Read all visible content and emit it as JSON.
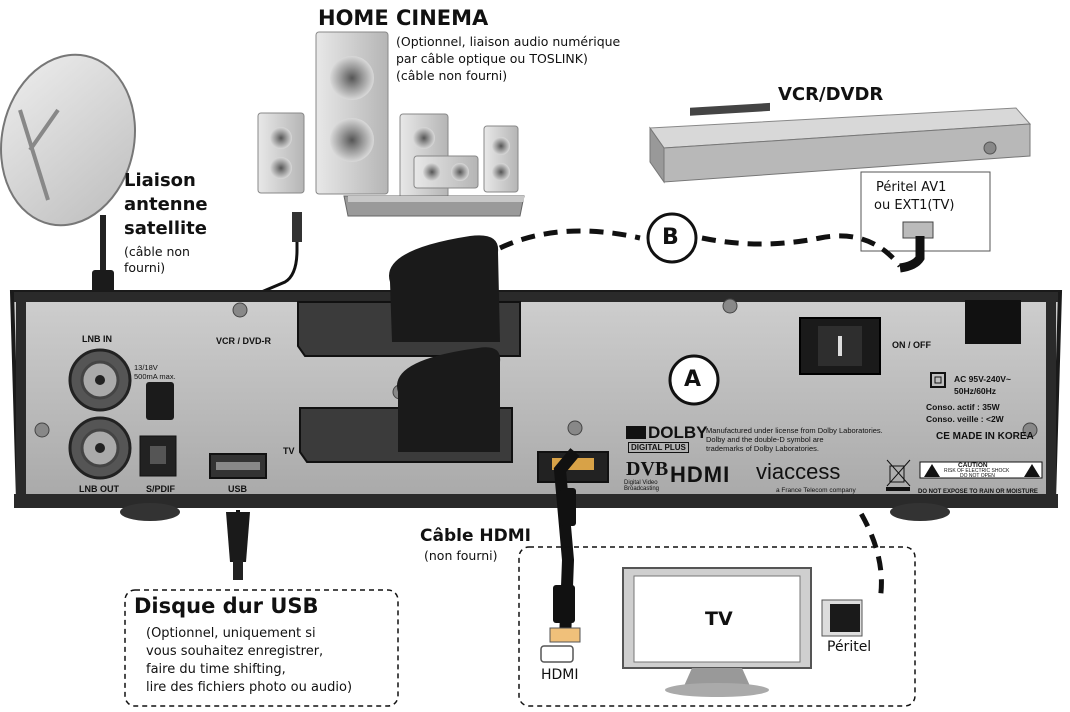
{
  "home_cinema": {
    "title": "HOME CINEMA",
    "note_lines": [
      "(Optionnel, liaison audio numérique",
      "par câble optique ou TOSLINK)",
      "(câble non fourni)"
    ]
  },
  "vcr": {
    "title": "VCR/DVDR",
    "peritel_lines": [
      "Péritel AV1",
      "ou EXT1(TV)"
    ]
  },
  "satellite": {
    "title_lines": [
      "Liaison",
      "antenne",
      "satellite"
    ],
    "note_lines": [
      "(câble non",
      "fourni)"
    ]
  },
  "markers": {
    "a": "A",
    "b": "B"
  },
  "panel": {
    "lnb_in": "LNB IN",
    "lnb_spec": [
      "13/18V",
      "500mA max."
    ],
    "lnb_out": "LNB OUT",
    "spdif": "S/PDIF",
    "usb": "USB",
    "tv": "TV",
    "vcr": "VCR / DVD-R",
    "onoff": "ON / OFF",
    "power_lines": [
      "AC 95V-240V~",
      "50Hz/60Hz",
      "Conso. actif : 35W",
      "Conso. veille : <2W"
    ],
    "ce_made": "CE MADE IN KOREA",
    "dolby_logo": "DOLBY",
    "dolby_sub": "DIGITAL PLUS",
    "dolby_text": [
      "Manufactured under license from Dolby Laboratories.",
      "Dolby and the double-D symbol are",
      "trademarks of Dolby Laboratories."
    ],
    "dvb": "DVB",
    "dvb_sub": [
      "Digital Video",
      "Broadcasting"
    ],
    "hdmi_logo": "HDMI",
    "viaccess": "viaccess",
    "viaccess_sub": "a France Telecom company",
    "caution": [
      "CAUTION",
      "RISK OF ELECTRIC SHOCK",
      "DO NOT OPEN"
    ],
    "warning": "DO NOT EXPOSE TO RAIN OR MOISTURE"
  },
  "hdmi_cable": {
    "title": "Câble HDMI",
    "note": "(non fourni)"
  },
  "tv_box": {
    "tv_label": "TV",
    "hdmi_label": "HDMI",
    "peritel_label": "Péritel"
  },
  "usb_disk": {
    "title": "Disque dur USB",
    "note_lines": [
      "(Optionnel, uniquement si",
      "vous souhaitez enregistrer,",
      "faire du time shifting,",
      "lire des fichiers photo ou audio)"
    ]
  }
}
